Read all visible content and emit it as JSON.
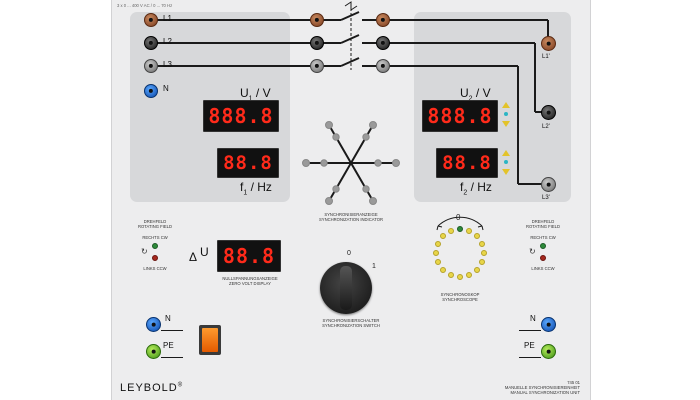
{
  "panel": {
    "rating": "3 x 0 ... 400 V AC / 0 ... 70 Hz",
    "brand": "LEYBOLD",
    "brand_mark": "®",
    "model_number": "745 01",
    "model_name_de": "MANUELLE SYNCHRONISIEREINHEIT",
    "model_name_en": "MANUAL SYNCHRONIZATION UNIT"
  },
  "left_box": {
    "terminals": [
      "L1",
      "L2",
      "L3",
      "N"
    ],
    "display": {
      "value": "888.8",
      "label_main": "U",
      "label_sub": "1",
      "label_unit": " / V"
    },
    "freq_display": {
      "value": "88.8",
      "label_main": "f",
      "label_sub": "1",
      "label_unit": " / Hz"
    }
  },
  "right_box": {
    "terminals": [
      "L1'",
      "L2'",
      "L3'"
    ],
    "display": {
      "value": "888.8",
      "label_main": "U",
      "label_sub": "2",
      "label_unit": " / V"
    },
    "freq_display": {
      "value": "88.8",
      "label_main": "f",
      "label_sub": "2",
      "label_unit": " / Hz"
    }
  },
  "sync_indicator": {
    "label_de": "SYNCHRONISIERANZEIGE",
    "label_en": "SYNCHRONIZATION INDICATOR"
  },
  "rotating_field_left": {
    "title_de": "DREHFELD",
    "title_en": "ROTATING FIELD",
    "cw": "RECHTS CW",
    "ccw": "LINKS CCW"
  },
  "rotating_field_right": {
    "title_de": "DREHFELD",
    "title_en": "ROTATING FIELD",
    "cw": "RECHTS CW",
    "ccw": "LINKS CCW"
  },
  "zero_volt": {
    "value": "88.8",
    "label_main": "U",
    "label_de": "NULLSPANNUNGSANZEIGE",
    "label_en": "ZERO VOLT DISPLAY"
  },
  "sync_switch": {
    "pos_off": "0",
    "pos_on": "1",
    "label_de": "SYNCHRONISIERSCHALTER",
    "label_en": "SYNCHRONIZATION SWITCH"
  },
  "synchroscope": {
    "zero": "0",
    "label_de": "SYNCHRONOSKOP",
    "label_en": "SYNCHROSCOPE"
  },
  "bottom_left": {
    "n_label": "N",
    "pe_label": "PE"
  },
  "bottom_right": {
    "n_label": "N",
    "pe_label": "PE"
  },
  "colors": {
    "panel": "#ededee",
    "box": "#d7d8da",
    "display_digits": "#ff2a1a",
    "indicator_yellow": "#e8d548",
    "indicator_green": "#2e8a3a"
  }
}
